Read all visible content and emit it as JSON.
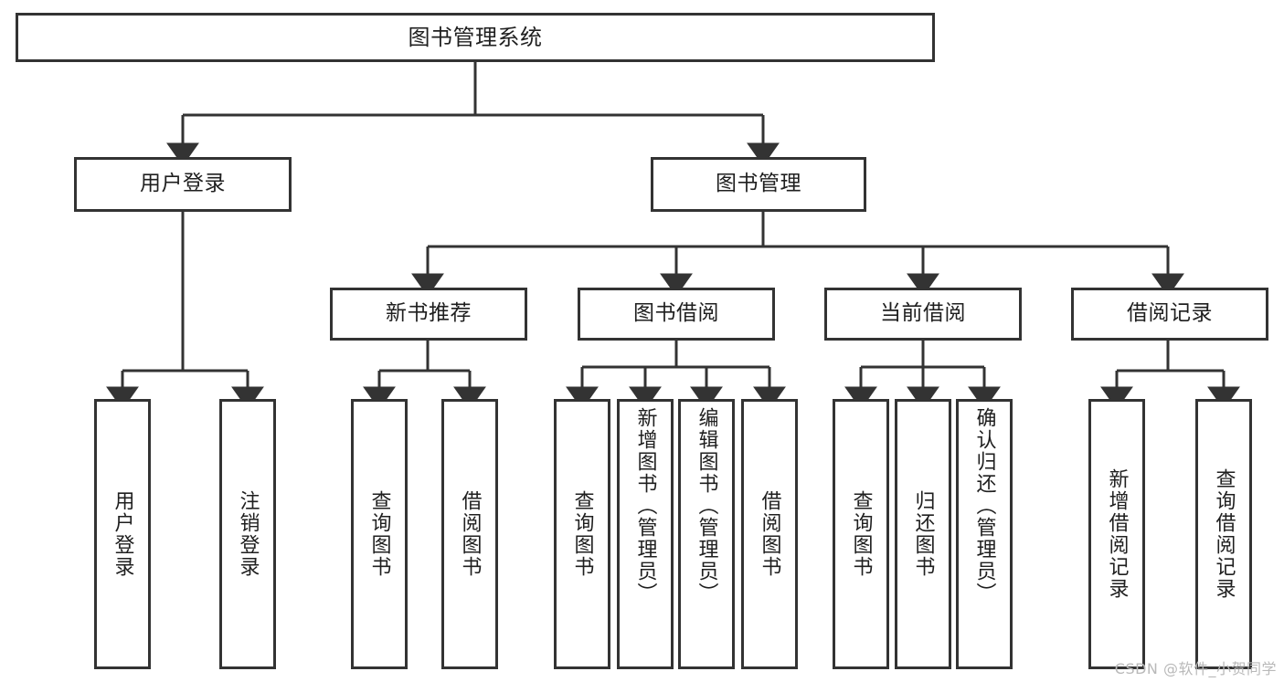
{
  "diagram": {
    "type": "tree",
    "title": "图书管理系统",
    "watermark": "CSDN @软件_小贺同学",
    "colors": {
      "stroke": "#333333",
      "fill": "#ffffff",
      "text": "#1f1f1f",
      "watermark": "#b9b9b9"
    },
    "nodes": {
      "root": {
        "label": "图书管理系统"
      },
      "level2": [
        {
          "id": "user-login",
          "label": "用户登录"
        },
        {
          "id": "book-manage",
          "label": "图书管理"
        }
      ],
      "level3": [
        {
          "id": "new-book-recommend",
          "label": "新书推荐"
        },
        {
          "id": "book-borrow",
          "label": "图书借阅"
        },
        {
          "id": "current-borrow",
          "label": "当前借阅"
        },
        {
          "id": "borrow-record",
          "label": "借阅记录"
        }
      ],
      "leaves": {
        "user_login": [
          {
            "id": "leaf-user-login",
            "label": "用户登录"
          },
          {
            "id": "leaf-logout-login",
            "label": "注销登录"
          }
        ],
        "new_book_recommend": [
          {
            "id": "leaf-query-book-1",
            "label": "查询图书"
          },
          {
            "id": "leaf-borrow-book-1",
            "label": "借阅图书"
          }
        ],
        "book_borrow": [
          {
            "id": "leaf-query-book-2",
            "label": "查询图书"
          },
          {
            "id": "leaf-add-book",
            "label": "新增图书（管理员）"
          },
          {
            "id": "leaf-edit-book",
            "label": "编辑图书（管理员）"
          },
          {
            "id": "leaf-borrow-book-2",
            "label": "借阅图书"
          }
        ],
        "current_borrow": [
          {
            "id": "leaf-query-book-3",
            "label": "查询图书"
          },
          {
            "id": "leaf-return-book",
            "label": "归还图书"
          },
          {
            "id": "leaf-confirm-return",
            "label": "确认归还（管理员）"
          }
        ],
        "borrow_record": [
          {
            "id": "leaf-add-record",
            "label": "新增借阅记录"
          },
          {
            "id": "leaf-query-record",
            "label": "查询借阅记录"
          }
        ]
      }
    }
  }
}
